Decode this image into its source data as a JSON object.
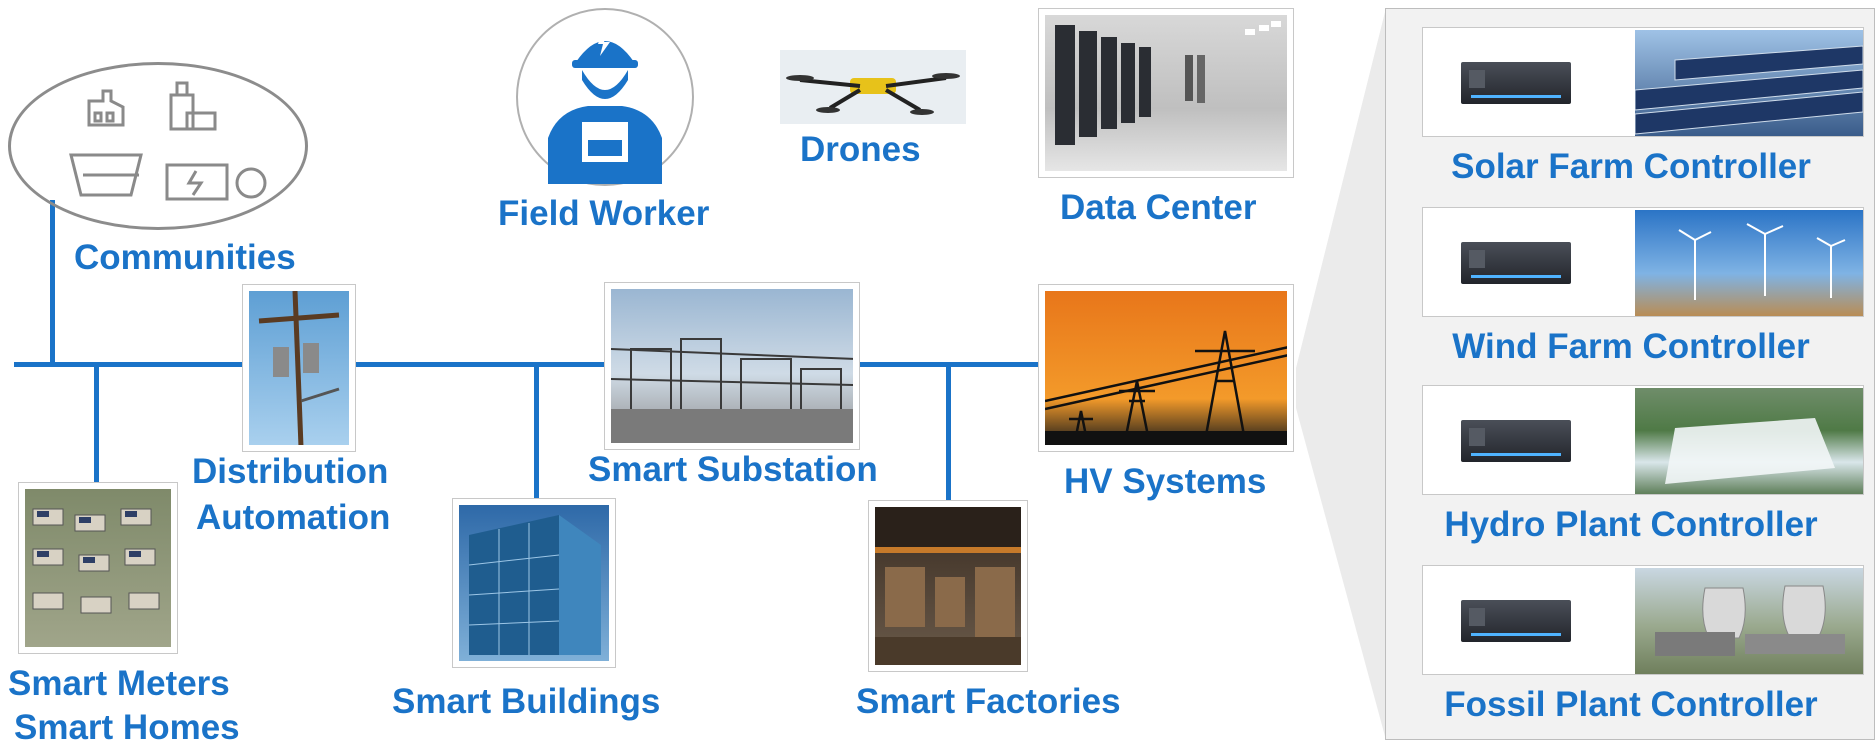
{
  "labels": {
    "communities": "Communities",
    "field_worker": "Field Worker",
    "drones": "Drones",
    "data_center": "Data Center",
    "distribution_line1": "Distribution",
    "distribution_line2": "Automation",
    "smart_substation": "Smart Substation",
    "hv_systems": "HV Systems",
    "smart_meters": "Smart Meters",
    "smart_homes": "Smart Homes",
    "smart_buildings": "Smart Buildings",
    "smart_factories": "Smart Factories"
  },
  "controllers": [
    {
      "label": "Solar Farm Controller",
      "scene": "solar-panels"
    },
    {
      "label": "Wind Farm Controller",
      "scene": "wind-turbines"
    },
    {
      "label": "Hydro Plant Controller",
      "scene": "waterfall-dam"
    },
    {
      "label": "Fossil Plant Controller",
      "scene": "cooling-towers"
    }
  ],
  "colors": {
    "accent": "#1a73c8"
  }
}
